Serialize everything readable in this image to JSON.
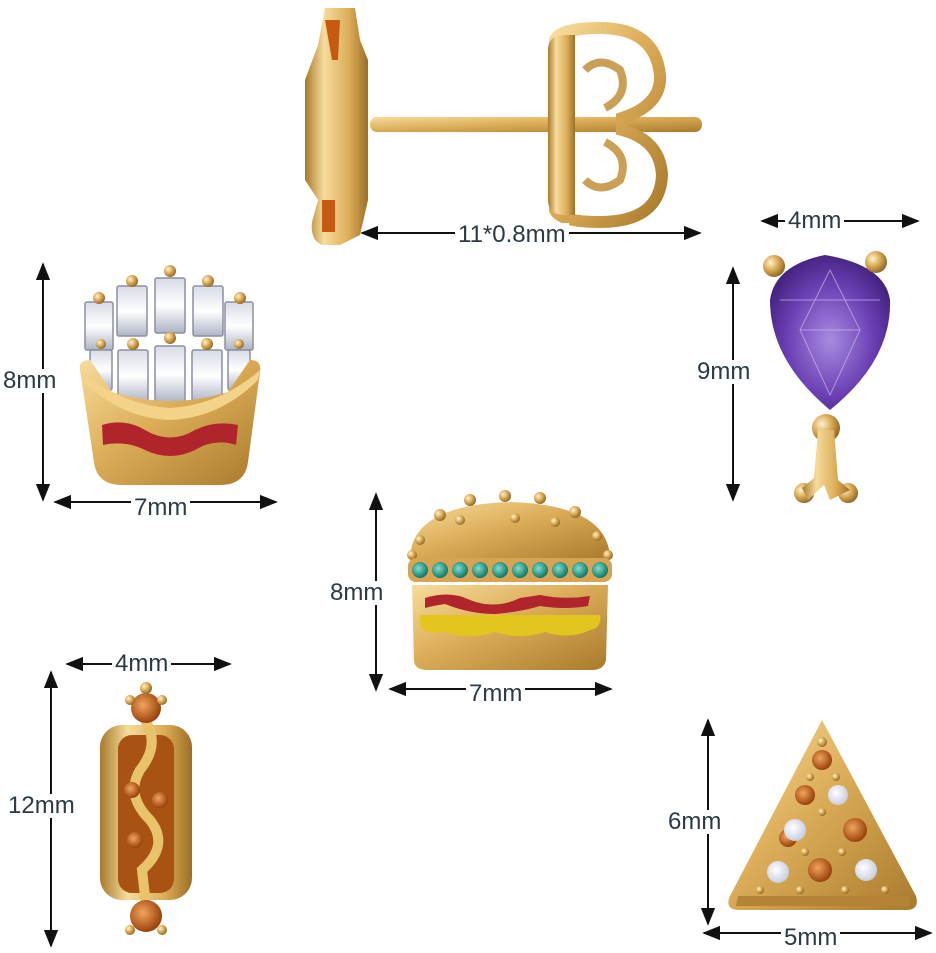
{
  "colors": {
    "gold_light": "#f6dc9c",
    "gold": "#dcad58",
    "gold_dark": "#a87a2c",
    "amethyst": "#6b3fb3",
    "enamel_red": "#b0242c",
    "enamel_yellow": "#e2c51e",
    "teal_stone": "#1f9a86",
    "orange_stone": "#c45e14",
    "label_text": "#2b3a42"
  },
  "products": [
    {
      "id": "stud-side-view",
      "dimension": "11*0.8mm"
    },
    {
      "id": "teardrop-drumstick",
      "width": "4mm",
      "height": "9mm"
    },
    {
      "id": "french-fries",
      "width": "7mm",
      "height": "8mm"
    },
    {
      "id": "hamburger",
      "width": "7mm",
      "height": "8mm"
    },
    {
      "id": "hot-dog",
      "width": "4mm",
      "height": "12mm"
    },
    {
      "id": "pizza-slice",
      "width": "5mm",
      "height": "6mm"
    }
  ]
}
